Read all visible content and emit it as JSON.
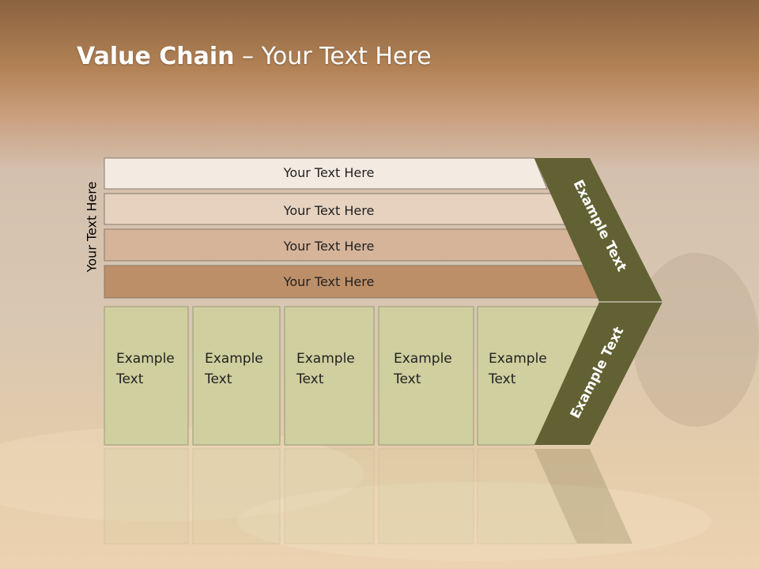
{
  "slide": {
    "title_bold": "Value Chain",
    "title_rest": " – Your Text Here",
    "side_label": "Your Text Here"
  },
  "bars": [
    {
      "label": "Your Text Here",
      "color": "#f3ebe2"
    },
    {
      "label": "Your Text Here",
      "color": "#e6d2bf"
    },
    {
      "label": "Your Text Here",
      "color": "#d6b49a"
    },
    {
      "label": "Your Text Here",
      "color": "#bd8f68"
    }
  ],
  "boxes": [
    {
      "line1": "Example",
      "line2": "Text"
    },
    {
      "line1": "Example",
      "line2": "Text"
    },
    {
      "line1": "Example",
      "line2": "Text"
    },
    {
      "line1": "Example",
      "line2": "Text"
    },
    {
      "line1": "Example",
      "line2": "Text"
    }
  ],
  "chevron": {
    "upper_label": "Example Text",
    "lower_label": "Example Text",
    "color": "#626133"
  },
  "colors": {
    "box_fill": "#cfcf9f",
    "box_stroke": "#9a9a78"
  }
}
